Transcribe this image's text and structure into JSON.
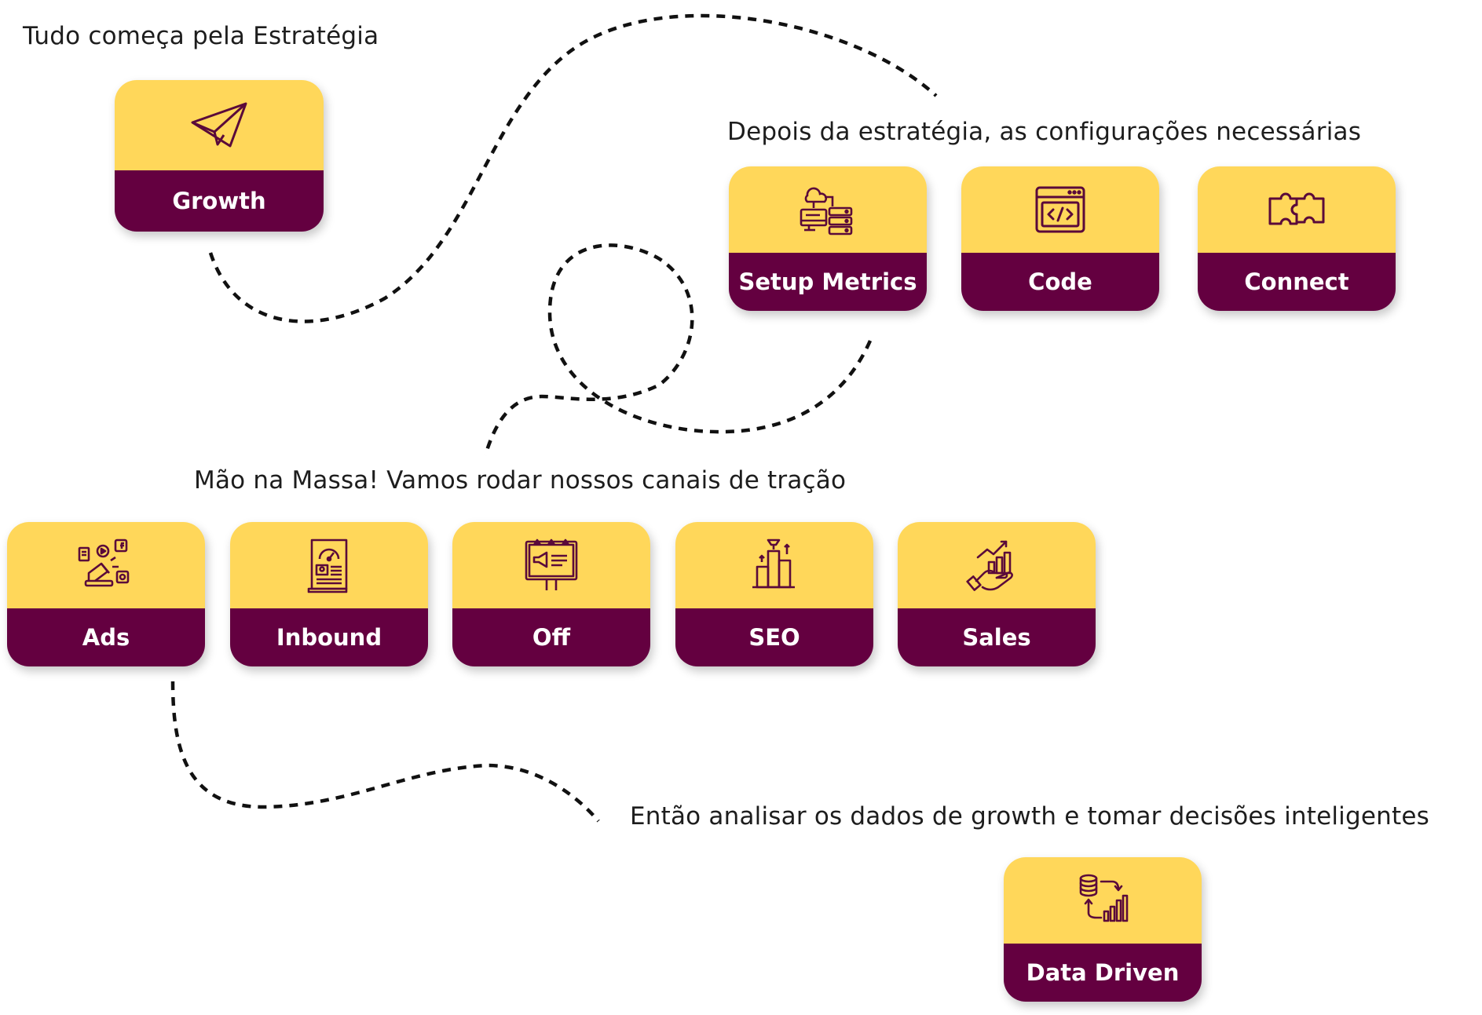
{
  "colors": {
    "card_top": "#ffd75a",
    "card_bottom": "#640040",
    "icon_stroke": "#5a0a3a",
    "text": "#1d1d1d",
    "connector": "#111111"
  },
  "headings": {
    "strategy": "Tudo começa pela Estratégia",
    "setup": "Depois da estratégia, as configurações necessárias",
    "channels": "Mão na Massa! Vamos rodar nossos canais de tração",
    "analysis": "Então analisar os dados de growth e tomar decisões inteligentes"
  },
  "cards": {
    "growth": {
      "label": "Growth",
      "icon": "paper-plane-icon"
    },
    "setup_metrics": {
      "label": "Setup Metrics",
      "icon": "server-network-icon"
    },
    "code": {
      "label": "Code",
      "icon": "code-window-icon"
    },
    "connect": {
      "label": "Connect",
      "icon": "puzzle-icon"
    },
    "ads": {
      "label": "Ads",
      "icon": "megaphone-social-icon"
    },
    "inbound": {
      "label": "Inbound",
      "icon": "content-document-icon"
    },
    "off": {
      "label": "Off",
      "icon": "billboard-icon"
    },
    "seo": {
      "label": "SEO",
      "icon": "ranking-podium-icon"
    },
    "sales": {
      "label": "Sales",
      "icon": "hand-growth-chart-icon"
    },
    "data_driven": {
      "label": "Data Driven",
      "icon": "database-chart-icon"
    }
  }
}
